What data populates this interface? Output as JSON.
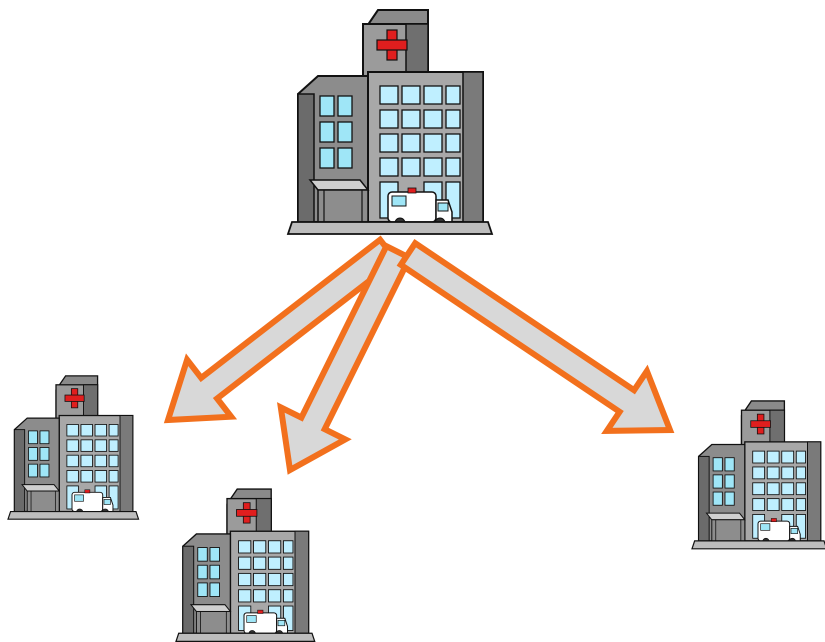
{
  "diagram": {
    "hub": {
      "icon": "hospital-building-icon"
    },
    "branches": [
      {
        "icon": "hospital-building-icon"
      },
      {
        "icon": "hospital-building-icon"
      },
      {
        "icon": "hospital-building-icon"
      }
    ],
    "connections": [
      {
        "from": "hub",
        "to": 0
      },
      {
        "from": "hub",
        "to": 1
      },
      {
        "from": "hub",
        "to": 2
      }
    ]
  },
  "colors": {
    "arrow_stroke": "#f2701d",
    "arrow_fill": "#d8d8d8",
    "building_dark": "#6e6e6e",
    "building_mid": "#a3a3a3",
    "building_light": "#c8c8c8",
    "window": "#bfefff",
    "window_dark": "#5fd2ea",
    "cross": "#e01e1e",
    "outline": "#111111"
  }
}
